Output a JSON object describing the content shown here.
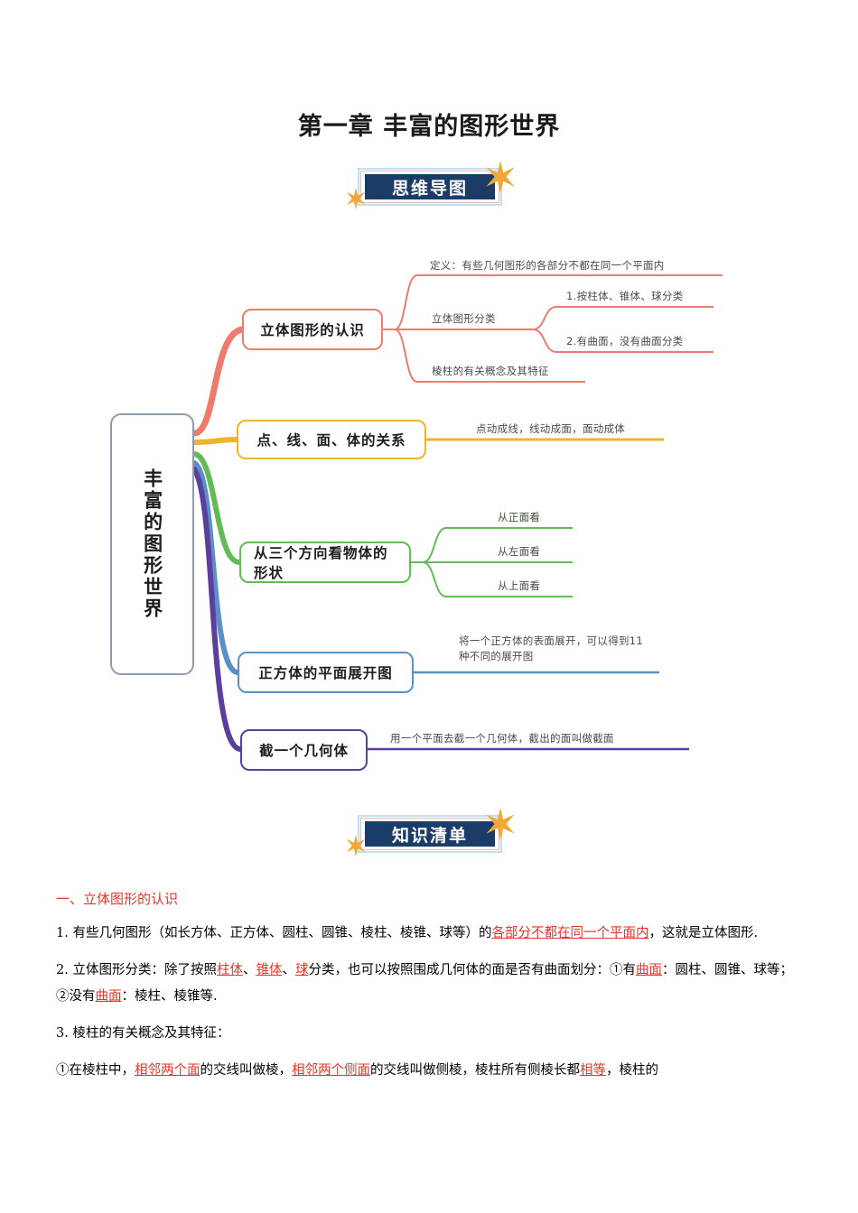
{
  "document": {
    "title": "第一章 丰富的图形世界"
  },
  "banners": [
    {
      "label": "思维导图",
      "name": "mind-map-banner"
    },
    {
      "label": "知识清单",
      "name": "knowledge-list-banner"
    }
  ],
  "mindmap": {
    "center": "丰富的图形世界",
    "colors": {
      "center": "#8d9bb0",
      "branch1": "#ee7b6e",
      "branch2": "#f0b429",
      "branch3": "#62bb56",
      "branch4": "#5b8fc9",
      "branch5": "#5b3f9e"
    },
    "topics": [
      {
        "label": "立体图形的认识",
        "color": "#ee7b6e",
        "children": [
          {
            "label": "定义：有些几何图形的各部分不都在同一个平面内"
          },
          {
            "label": "立体图形分类",
            "children": [
              {
                "label": "1.按柱体、锥体、球分类"
              },
              {
                "label": "2.有曲面，没有曲面分类"
              }
            ]
          },
          {
            "label": "棱柱的有关概念及其特征"
          }
        ]
      },
      {
        "label": "点、线、面、体的关系",
        "color": "#f0b429",
        "children": [
          {
            "label": "点动成线，线动成面，面动成体"
          }
        ]
      },
      {
        "label": "从三个方向看物体的形状",
        "color": "#62bb56",
        "children": [
          {
            "label": "从正面看"
          },
          {
            "label": "从左面看"
          },
          {
            "label": "从上面看"
          }
        ]
      },
      {
        "label": "正方体的平面展开图",
        "color": "#5b8fc9",
        "children": [
          {
            "label": "将一个正方体的表面展开，可以得到11种不同的展开图"
          }
        ]
      },
      {
        "label": "截一个几何体",
        "color": "#5b3f9e",
        "children": [
          {
            "label": "用一个平面去截一个几何体，截出的面叫做截面"
          }
        ]
      }
    ]
  },
  "knowledge": {
    "section_heading": "一、立体图形的认识",
    "items": [
      {
        "id": "item-1",
        "segments": [
          {
            "text": "1. 有些几何图形（如长方体、正方体、圆柱、圆锥、棱柱、棱锥、球等）的",
            "hl": false
          },
          {
            "text": "各部分不都在同一个平面内",
            "hl": true
          },
          {
            "text": "，这就是立体图形.",
            "hl": false
          }
        ]
      },
      {
        "id": "item-2",
        "segments": [
          {
            "text": "2. 立体图形分类：除了按照",
            "hl": false
          },
          {
            "text": "柱体",
            "hl": true
          },
          {
            "text": "、",
            "hl": false
          },
          {
            "text": "锥体",
            "hl": true
          },
          {
            "text": "、",
            "hl": false
          },
          {
            "text": "球",
            "hl": true
          },
          {
            "text": "分类，也可以按照围成几何体的面是否有曲面划分：①有",
            "hl": false
          },
          {
            "text": "曲面",
            "hl": true
          },
          {
            "text": "：圆柱、圆锥、球等；②没有",
            "hl": false
          },
          {
            "text": "曲面",
            "hl": true
          },
          {
            "text": "：棱柱、棱锥等.",
            "hl": false
          }
        ]
      },
      {
        "id": "item-3",
        "segments": [
          {
            "text": "3. 棱柱的有关概念及其特征：",
            "hl": false
          }
        ]
      },
      {
        "id": "item-4",
        "segments": [
          {
            "text": "①在棱柱中，",
            "hl": false
          },
          {
            "text": "相邻两个面",
            "hl": true
          },
          {
            "text": "的交线叫做棱，",
            "hl": false
          },
          {
            "text": "相邻两个侧面",
            "hl": true
          },
          {
            "text": "的交线叫做侧棱，棱柱所有侧棱长都",
            "hl": false
          },
          {
            "text": "相等",
            "hl": true
          },
          {
            "text": "，棱柱的",
            "hl": false
          }
        ]
      }
    ]
  }
}
